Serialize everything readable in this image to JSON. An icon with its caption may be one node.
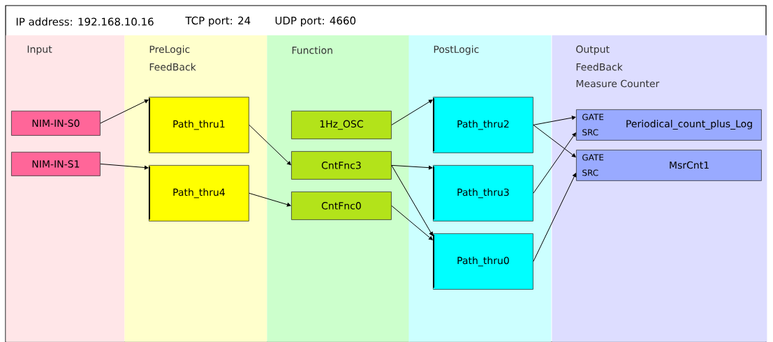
{
  "diagram": {
    "nodes": [
      {
        "text": [
          "Input"
        ]
      },
      {
        "text": [
          "PreLogic",
          "FeedBack"
        ]
      },
      {
        "text": [
          "Function"
        ]
      },
      {
        "text": [
          "PostLogic"
        ]
      },
      {
        "text": [
          "Output",
          "FeedBack",
          "Measure Counter"
        ]
      },
      {
        "text": [
          "NIM-IN-S0"
        ],
        "in": 0
      },
      {
        "text": [
          "NIM-IN-S1"
        ],
        "in": 0
      },
      {
        "text": [
          "Path_thru1"
        ],
        "in": 1
      },
      {
        "text": [
          "Path_thru4"
        ],
        "in": 1
      },
      {
        "text": [
          "1Hz_OSC"
        ],
        "in": 2
      },
      {
        "text": [
          "CntFnc3"
        ],
        "in": 2
      },
      {
        "text": [
          "CntFnc0"
        ],
        "in": 2
      },
      {
        "text": [
          "Path_thru2"
        ],
        "in": 3
      },
      {
        "text": [
          "Path_thru3"
        ],
        "in": 3
      },
      {
        "text": [
          "Path_thru0"
        ],
        "in": 3
      },
      {
        "text": [
          "GATE",
          "SRC",
          "Periodical_count_plus_Log"
        ],
        "in": 4
      },
      {
        "text": [
          "GATE",
          "SRC",
          "MsrCnt1"
        ],
        "in": 4
      }
    ],
    "edges": [
      {
        "from": 5,
        "to": 7,
        "arrow": "to"
      },
      {
        "from": 6,
        "to": 8,
        "arrow": "to"
      },
      {
        "from": 7,
        "to": 10,
        "arrow": "to"
      },
      {
        "from": 8,
        "to": 11,
        "arrow": "to"
      },
      {
        "from": 9,
        "to": 12,
        "arrow": "to"
      },
      {
        "from": 10,
        "to": 13,
        "arrow": "to"
      },
      {
        "from": 10,
        "to": 14,
        "arrow": "to"
      },
      {
        "from": 11,
        "to": 14,
        "arrow": "to"
      },
      {
        "from": 12,
        "to": 15,
        "arrow": "to"
      },
      {
        "from": 12,
        "to": 16,
        "arrow": "to"
      },
      {
        "from": 13,
        "to": 15,
        "arrow": "to"
      },
      {
        "from": 14,
        "to": 16,
        "arrow": "to"
      }
    ],
    "labels": [
      "IP address: 192.168.10.16",
      "TCP port: 24",
      "UDP port: 4660"
    ]
  }
}
